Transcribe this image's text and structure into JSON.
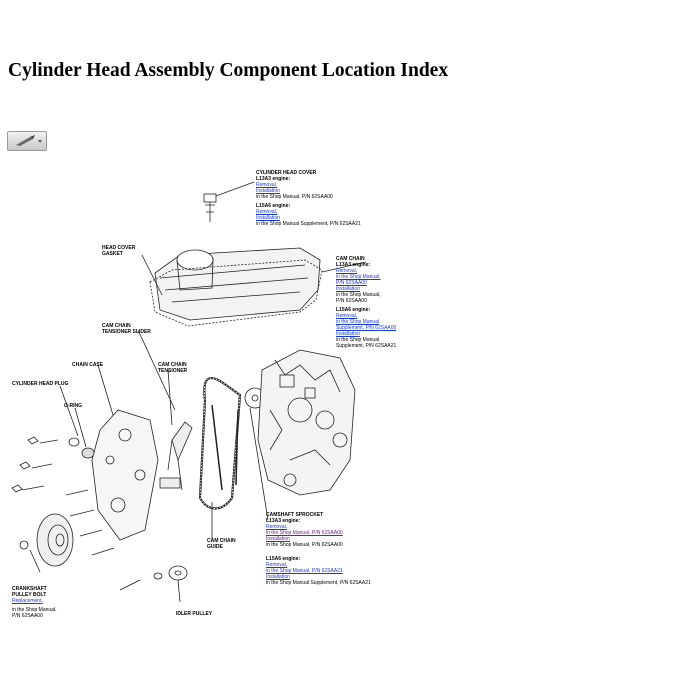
{
  "page": {
    "title": "Cylinder Head Assembly Component Location Index"
  },
  "toolbar": {
    "tool_icon": "pen-tool-icon"
  },
  "callouts": {
    "cylinder_head_cover": {
      "title": "CYLINDER HEAD COVER",
      "l13a3_label": "L13A3 engine:",
      "l13a3_removal": "Removal,",
      "l13a3_installation": "Installation",
      "l13a3_note": "in the Shop Manual, P/N 62SAA00",
      "l15a6_label": "L15A6 engine:",
      "l15a6_removal": "Removal,",
      "l15a6_installation": "Installation",
      "l15a6_note": "in the Shop Manual Supplement, P/N 62SAA21"
    },
    "head_cover_gasket": {
      "line1": "HEAD COVER",
      "line2": "GASKET"
    },
    "cam_chain": {
      "title": "CAM CHAIN",
      "l13a3_label": "L13A3 engine:",
      "l13a3_removal": "Removal,",
      "l13a3_removal_ref1": "in the Shop Manual,",
      "l13a3_removal_ref2": "P/N 62SAA00",
      "l13a3_installation": "Installation",
      "l13a3_note1": "in the Shop Manual,",
      "l13a3_note2": "P/N 62SAA00",
      "l15a6_label": "L15A6 engine:",
      "l15a6_removal": "Removal,",
      "l15a6_removal_ref": "in the Shop Manual",
      "l15a6_removal_ref2": "Supplement, P/N 62SAA00",
      "l15a6_installation": "Installation",
      "l15a6_note1": "in the Shop Manual",
      "l15a6_note2": "Supplement, P/N 62SAA21"
    },
    "cam_chain_tensioner_slider": {
      "line1": "CAM CHAIN",
      "line2": "TENSIONER SLIDER"
    },
    "chain_case": {
      "text": "CHAIN CASE"
    },
    "cam_chain_tensioner": {
      "line1": "CAM CHAIN",
      "line2": "TENSIONER"
    },
    "cylinder_head_plug": {
      "text": "CYLINDER HEAD PLUG"
    },
    "o_ring": {
      "text": "O-RING"
    },
    "camshaft_sprocket": {
      "title": "CAMSHAFT SPROCKET",
      "l13a3_label": "L13A3 engine:",
      "l13a3_removal": "Removal,",
      "l13a3_removal_ref": "in the Shop Manual, P/N 62SAA00",
      "l13a3_installation": "Installation",
      "l13a3_note": "in the Shop Manual, P/N 62SAA00",
      "l15a6_label": "L15A6 engine:",
      "l15a6_removal": "Removal,",
      "l15a6_removal_ref": "in the Shop Manual, P/N 62SAA21",
      "l15a6_installation": "Installation",
      "l15a6_note": "in the Shop Manual Supplement, P/N 62SAA21"
    },
    "cam_chain_guide": {
      "line1": "CAM CHAIN",
      "line2": "GUIDE"
    },
    "crankshaft_pulley_bolt": {
      "line1": "CRANKSHAFT",
      "line2": "PULLEY BOLT",
      "link": "Replacement,",
      "note1": "in the Shop Manual,",
      "note2": "P/N 62SAA00"
    },
    "idler_pulley": {
      "text": "IDLER PULLEY"
    }
  }
}
